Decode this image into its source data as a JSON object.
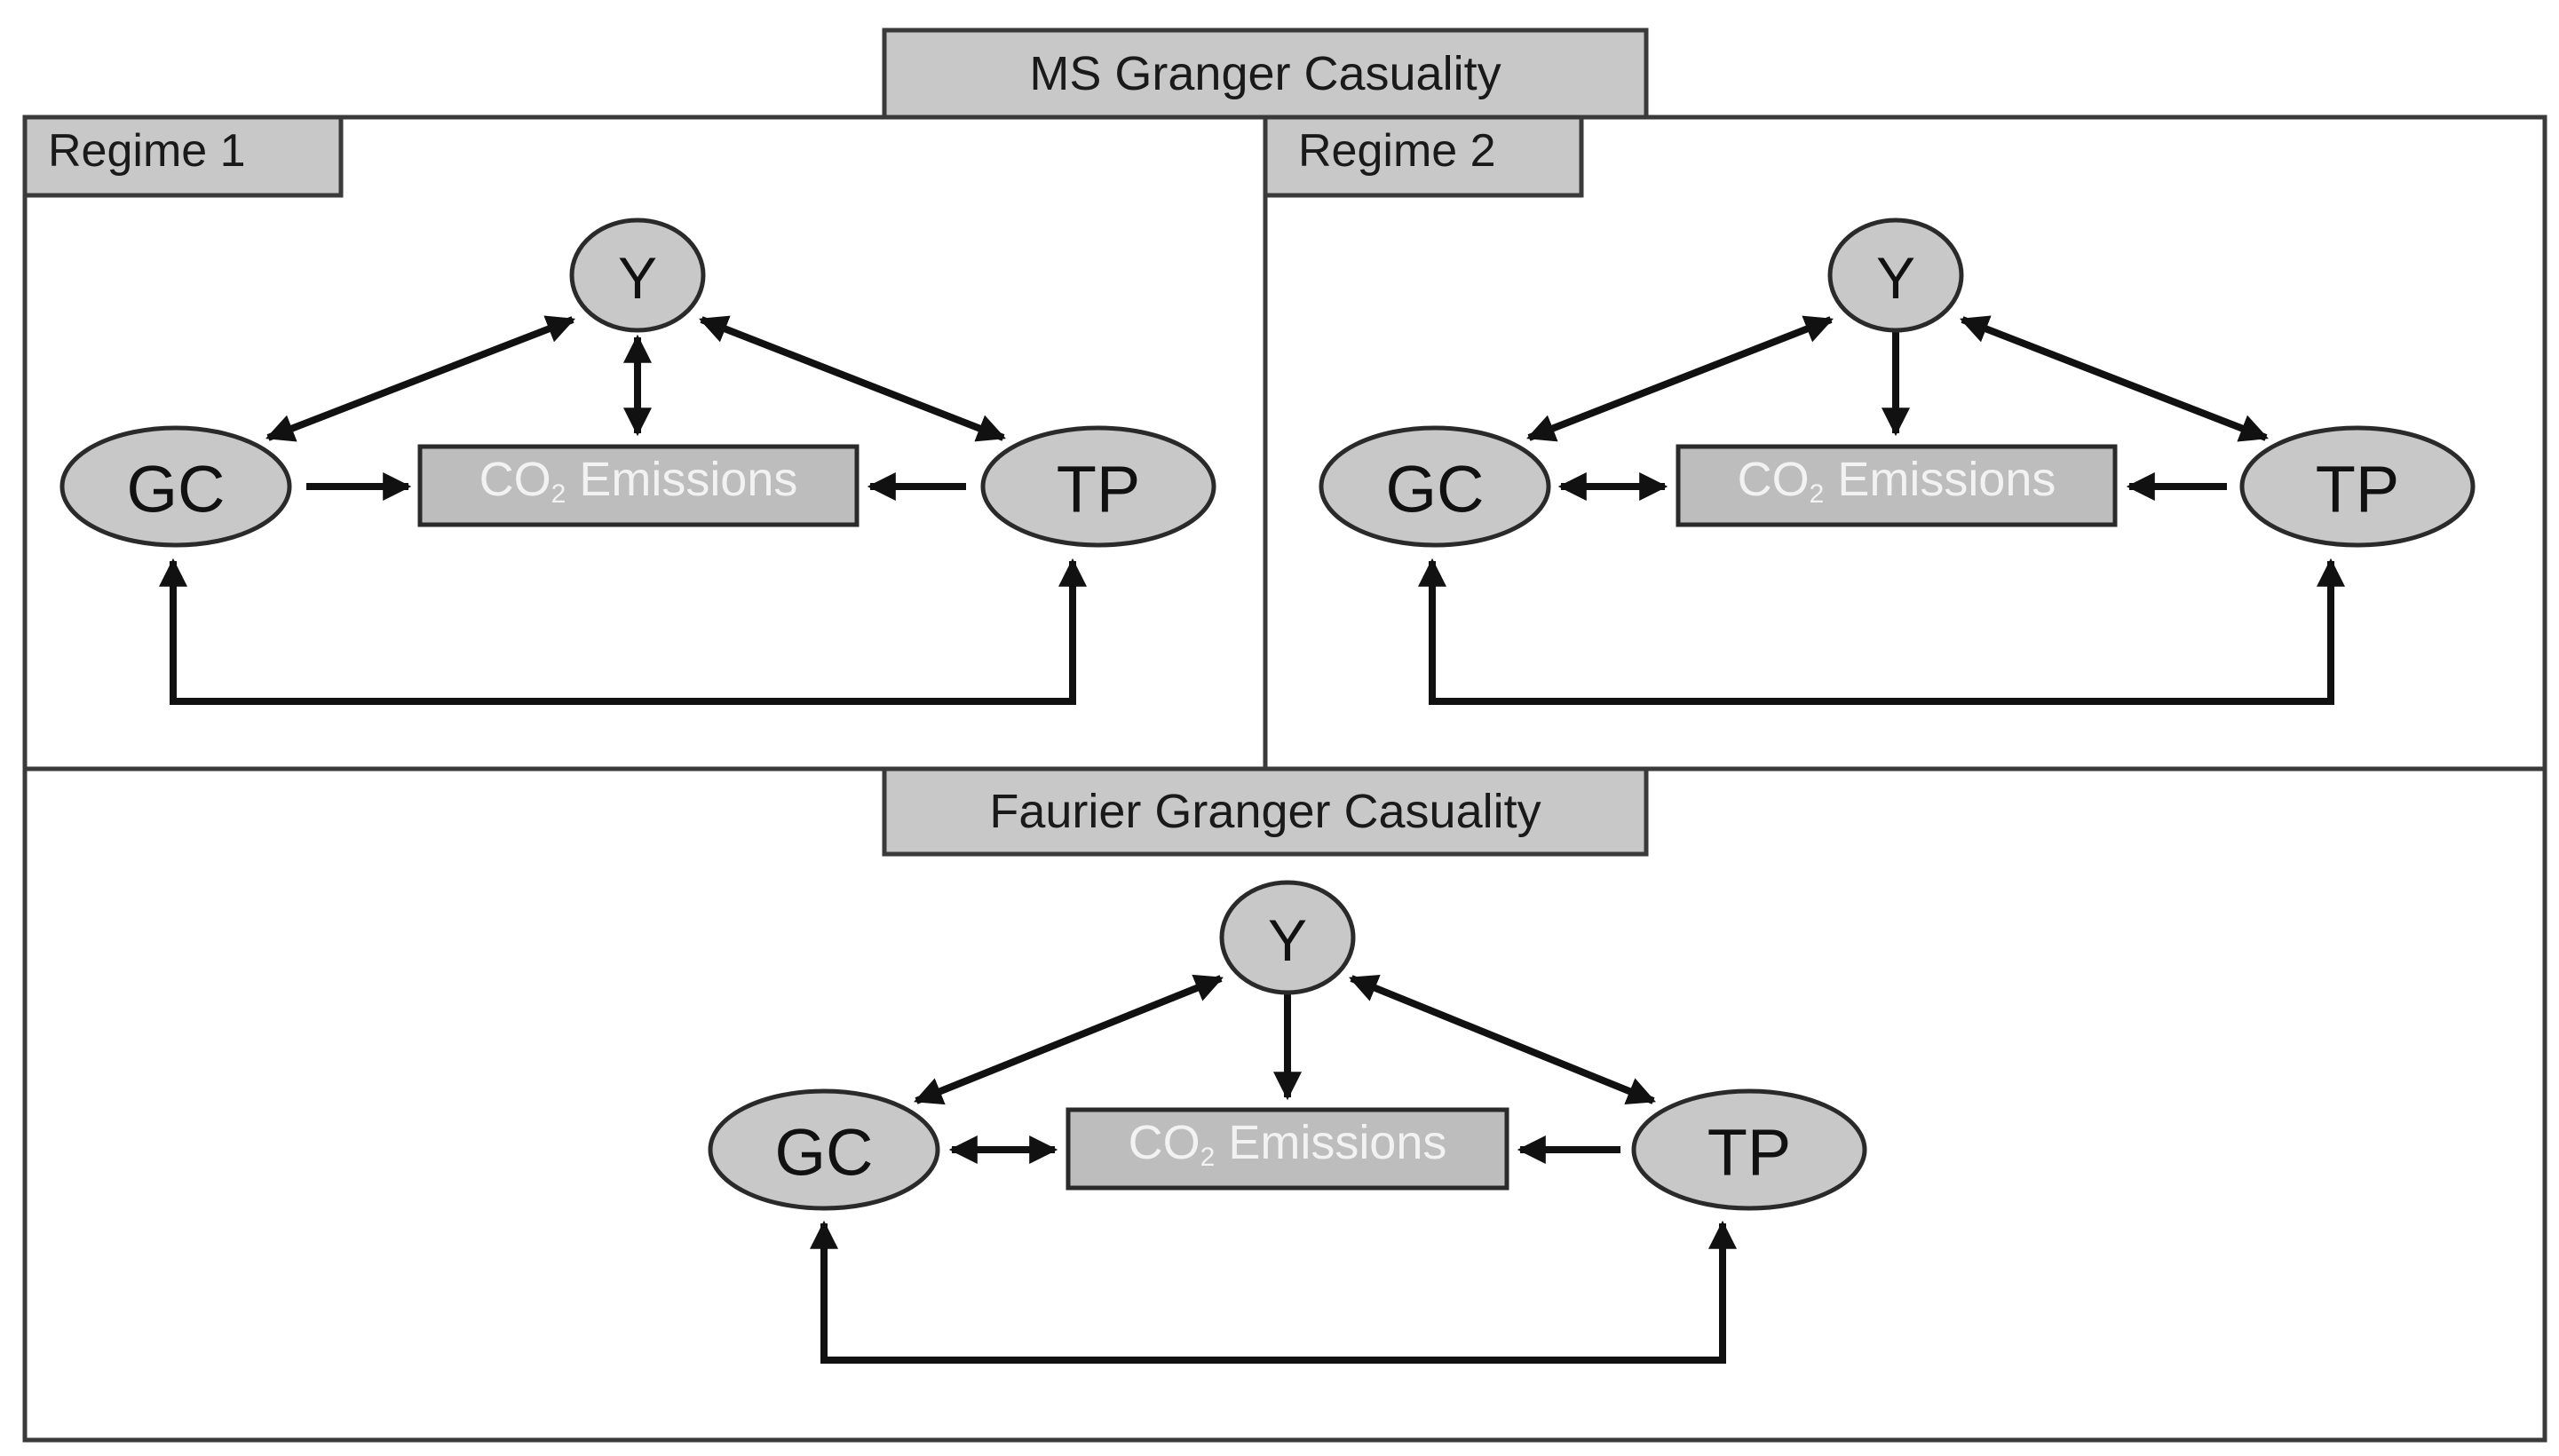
{
  "ms_title": "MS Granger Casuality",
  "fourier_title": "Faurier Granger Casuality",
  "regime1_label": "Regime 1",
  "regime2_label": "Regime 2",
  "nodes": {
    "y": "Y",
    "gc": "GC",
    "tp": "TP",
    "co2_main": "CO",
    "co2_sub": "2",
    "co2_tail": " Emissions"
  },
  "panels": [
    {
      "id": "regime1",
      "edges": [
        {
          "from": "GC",
          "to": "Y",
          "direction": "both"
        },
        {
          "from": "CO2 Emissions",
          "to": "Y",
          "direction": "both"
        },
        {
          "from": "TP",
          "to": "Y",
          "direction": "both"
        },
        {
          "from": "GC",
          "to": "CO2 Emissions",
          "direction": "forward"
        },
        {
          "from": "TP",
          "to": "CO2 Emissions",
          "direction": "forward"
        },
        {
          "from": "GC",
          "to": "TP",
          "direction": "both"
        }
      ]
    },
    {
      "id": "regime2",
      "edges": [
        {
          "from": "GC",
          "to": "Y",
          "direction": "both"
        },
        {
          "from": "Y",
          "to": "CO2 Emissions",
          "direction": "forward"
        },
        {
          "from": "TP",
          "to": "Y",
          "direction": "both"
        },
        {
          "from": "GC",
          "to": "CO2 Emissions",
          "direction": "both"
        },
        {
          "from": "TP",
          "to": "CO2 Emissions",
          "direction": "forward"
        },
        {
          "from": "GC",
          "to": "TP",
          "direction": "both"
        }
      ]
    },
    {
      "id": "fourier",
      "edges": [
        {
          "from": "GC",
          "to": "Y",
          "direction": "both"
        },
        {
          "from": "Y",
          "to": "CO2 Emissions",
          "direction": "forward"
        },
        {
          "from": "TP",
          "to": "Y",
          "direction": "both"
        },
        {
          "from": "GC",
          "to": "CO2 Emissions",
          "direction": "both"
        },
        {
          "from": "TP",
          "to": "CO2 Emissions",
          "direction": "forward"
        },
        {
          "from": "GC",
          "to": "TP",
          "direction": "both"
        }
      ]
    }
  ]
}
